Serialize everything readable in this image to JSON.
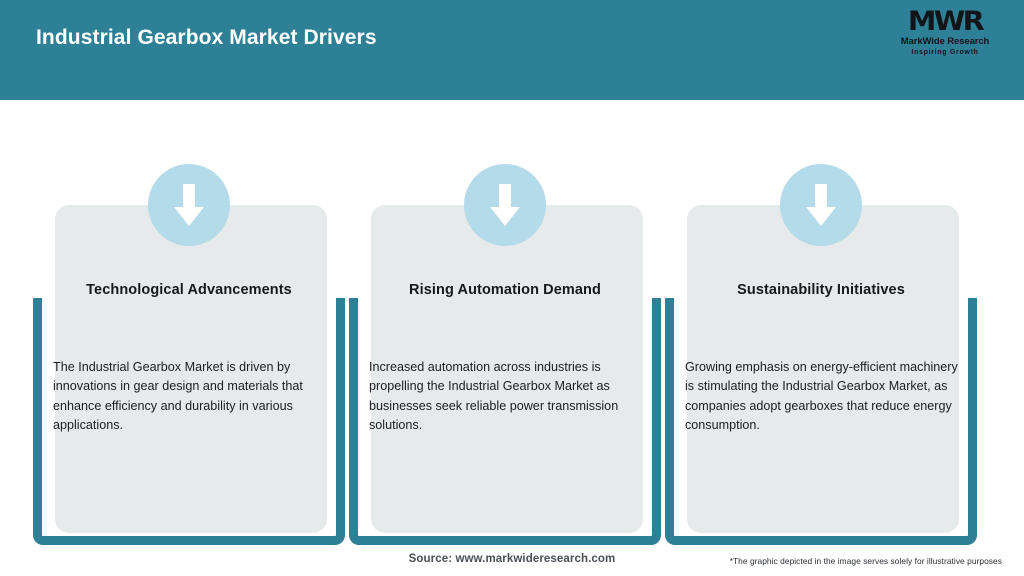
{
  "header": {
    "title": "Industrial Gearbox Market Drivers",
    "background_color": "#2e8096",
    "title_color": "#ffffff"
  },
  "logo": {
    "mark": "MWR",
    "name": "MarkWide Research",
    "tagline": "Inspiring Growth"
  },
  "theme": {
    "accent_color": "#2e8096",
    "card_background": "#e6eaeb",
    "icon_circle_color": "#b4dbe9",
    "icon_arrow_color": "#ffffff"
  },
  "cards": [
    {
      "icon": "arrow-down-icon",
      "title": "Technological Advancements",
      "body": "The Industrial Gearbox Market is driven by innovations in gear design and materials that enhance efficiency and durability in various applications."
    },
    {
      "icon": "arrow-down-icon",
      "title": "Rising Automation Demand",
      "body": "Increased automation across industries is propelling the Industrial Gearbox Market as businesses seek reliable power transmission solutions."
    },
    {
      "icon": "arrow-down-icon",
      "title": "Sustainability Initiatives",
      "body": "Growing emphasis on energy-efficient machinery is stimulating the Industrial Gearbox Market, as companies adopt gearboxes that reduce energy consumption."
    }
  ],
  "footer": {
    "source": "Source: www.markwideresearch.com",
    "disclaimer": "*The graphic depicted in the image serves solely for illustrative purposes"
  }
}
